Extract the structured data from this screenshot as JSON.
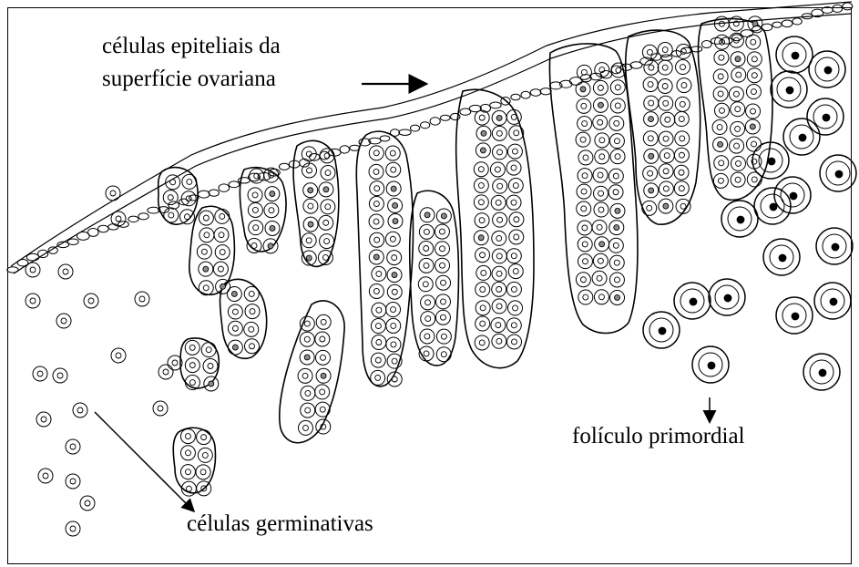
{
  "labels": {
    "surface_epithelium_line1": "células epiteliais da",
    "surface_epithelium_line2": "superfície ovariana",
    "primordial_follicle": "folículo primordial",
    "germ_cells": "células germinativas"
  },
  "colors": {
    "stroke": "#000000",
    "background": "#ffffff",
    "shaded_cell": "#8a8a8a"
  }
}
